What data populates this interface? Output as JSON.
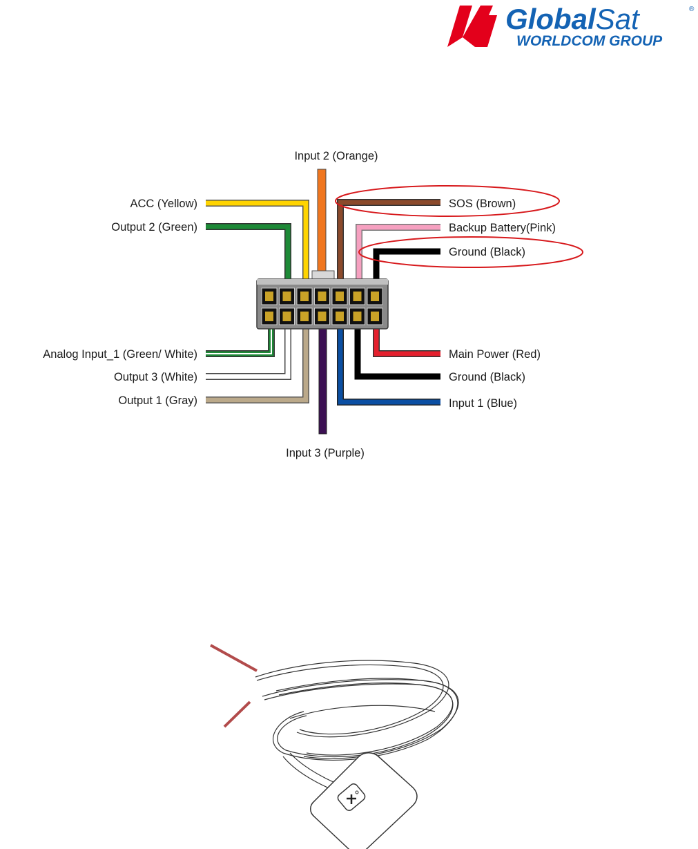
{
  "logo": {
    "brand_a": "Global",
    "brand_b": "Sat",
    "registered": "®",
    "tagline": "WORLDCOM GROUP",
    "colors": {
      "red": "#e3001b",
      "blue": "#1463b4"
    }
  },
  "wiring": {
    "top_label": "Input 2 (Orange)",
    "bottom_label": "Input 3 (Purple)",
    "left": [
      {
        "label": "ACC (Yellow)",
        "color": "#ffd400"
      },
      {
        "label": "Output 2 (Green)",
        "color": "#1e8a37"
      },
      {
        "label": "Analog Input_1 (Green/ White)",
        "color": "#1e8a37"
      },
      {
        "label": "Output 3 (White)",
        "color": "#ffffff"
      },
      {
        "label": "Output 1 (Gray)",
        "color": "#bba98a"
      }
    ],
    "right": [
      {
        "label": "SOS (Brown)",
        "color": "#8b4a2b"
      },
      {
        "label": "Backup Battery(Pink)",
        "color": "#f6a0c0"
      },
      {
        "label": "Ground (Black)",
        "color": "#000000"
      },
      {
        "label": "Main Power (Red)",
        "color": "#e5202e"
      },
      {
        "label": "Ground (Black)",
        "color": "#000000"
      },
      {
        "label": "Input 1 (Blue)",
        "color": "#0b4fa3"
      }
    ],
    "orange": "#f0761f",
    "purple": "#3c1053",
    "highlight_color": "#d7191c"
  }
}
